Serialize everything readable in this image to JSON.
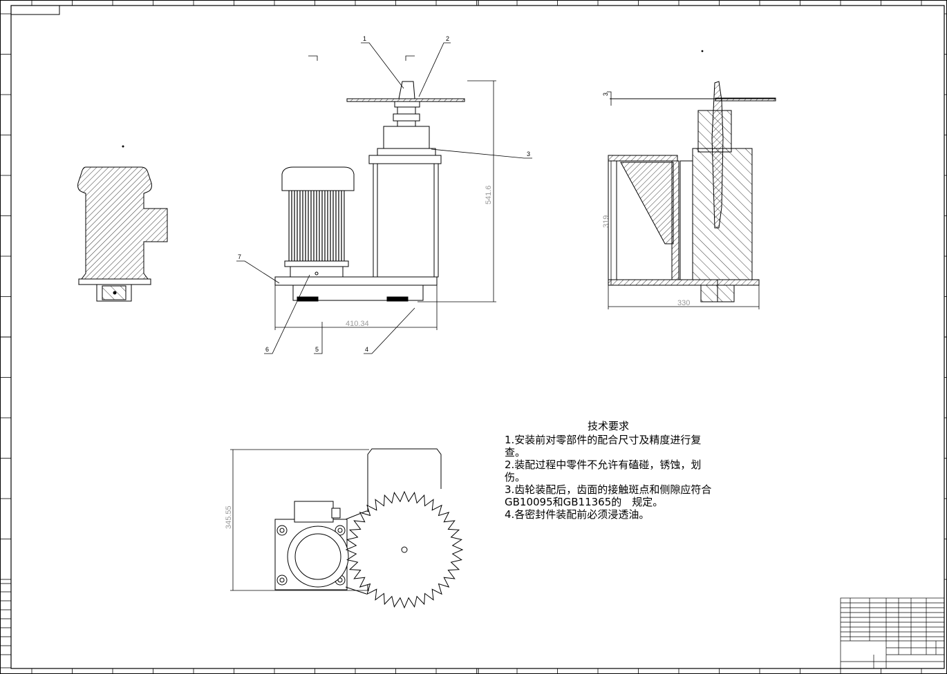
{
  "drawing": {
    "views": {
      "front": {
        "dim_height": "541.6",
        "dim_width": "410.34",
        "balloons": [
          "1",
          "2",
          "3",
          "4",
          "5",
          "6",
          "7"
        ]
      },
      "section": {
        "dim_height": "319",
        "dim_width": "330",
        "balloons": [
          "3"
        ]
      },
      "top": {
        "dim_height": "345.55"
      }
    },
    "tech_requirements": {
      "title": "技术要求",
      "items": [
        "1.安装前对零部件的配合尺寸及精度进行复查。",
        "2.装配过程中零件不允许有磕碰，锈蚀，划伤。",
        "3.齿轮装配后，齿面的接触斑点和侧隙应符合GB10095和GB11365的　规定。",
        "4.各密封件装配前必须浸透油。"
      ]
    }
  }
}
